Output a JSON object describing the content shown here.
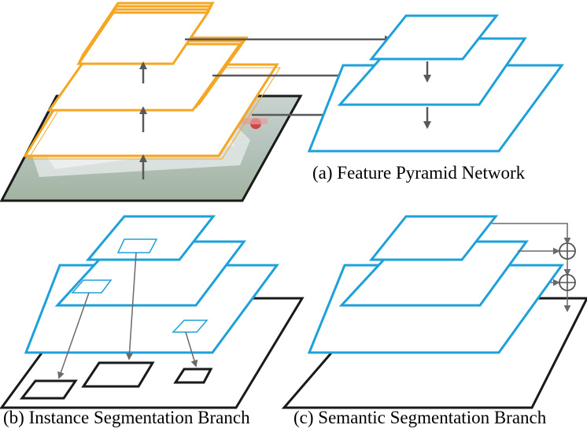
{
  "captions": {
    "a": "(a) Feature Pyramid Network",
    "b": "(b) Instance Segmentation Branch",
    "c": "(c) Semantic Segmentation Branch"
  },
  "colors": {
    "backbone": "#f5a623",
    "pyramid": "#1ea0da",
    "image_outline": "#1a1a1a",
    "arrow": "#595959"
  }
}
